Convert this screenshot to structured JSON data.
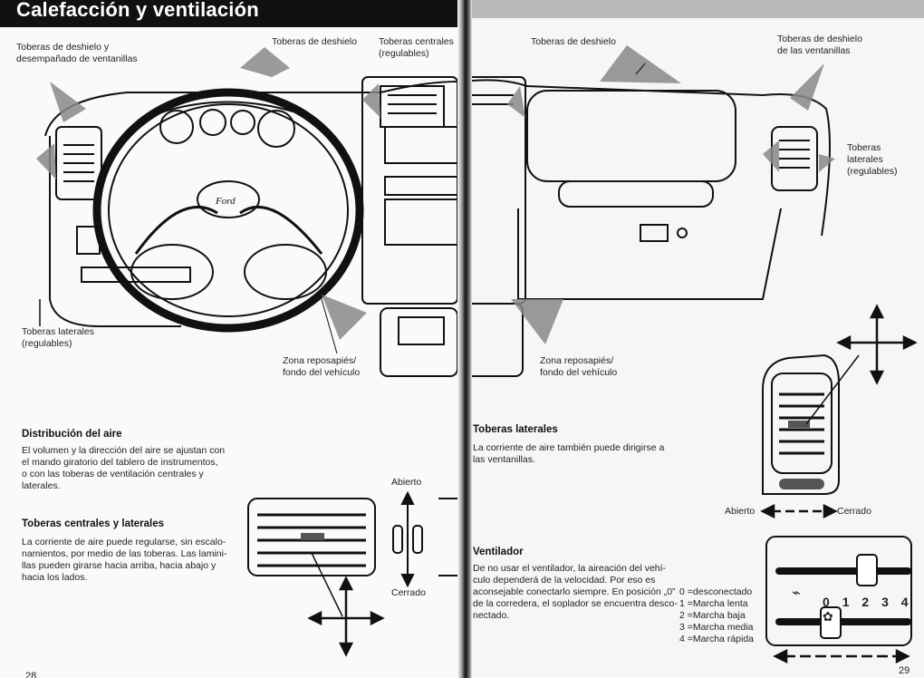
{
  "title": "Calefacción y ventilación",
  "labels": {
    "deshielo_desempanado": "Toberas de deshielo y\ndesempañado de ventanillas",
    "deshielo_top": "Toberas de deshielo",
    "centrales": "Toberas centrales\n(regulables)",
    "deshielo_center_right": "Toberas de deshielo",
    "deshielo_ventanillas": "Toberas de deshielo\nde las ventanillas",
    "laterales_right": "Toberas\nlaterales\n(regulables)",
    "laterales_left": "Toberas laterales\n(regulables)",
    "zona_left": "Zona reposapiés/\nfondo del vehículo",
    "zona_right": "Zona reposapiés/\nfondo del vehículo",
    "abierto_left": "Abierto",
    "cerrado_left": "Cerrado",
    "abierto_right": "Abierto",
    "cerrado_right": "Cerrado",
    "ford_logo": "Ford"
  },
  "sections": {
    "distribucion": {
      "heading": "Distribución del aire",
      "text": "El volumen y la dirección del aire se ajustan con\nel mando giratorio del tablero de instrumentos,\no con las toberas de ventilación centrales y\nlaterales."
    },
    "centrales_y_laterales": {
      "heading": "Toberas centrales y laterales",
      "text": "La corriente de aire puede regularse, sin escalo-\nnamientos, por medio de las toberas. Las lamini-\nllas pueden girarse hacia arriba, hacia abajo y\nhacia los lados."
    },
    "laterales": {
      "heading": "Toberas laterales",
      "text": "La corriente de aire también puede dirigirse a\nlas ventanillas."
    },
    "ventilador": {
      "heading": "Ventilador",
      "text": "De no usar el ventilador, la aireación del vehí-\nculo dependerá de la velocidad. Por eso es\naconsejable conectarlo siempre. En posición „0”\nde la corredera, el soplador se encuentra desco-\nnectado."
    }
  },
  "fan_speeds": [
    "0 =desconectado",
    "1 =Marcha lenta",
    "2 =Marcha baja",
    "3 =Marcha media",
    "4 =Marcha rápida"
  ],
  "slider_scale": [
    "0",
    "1",
    "2",
    "3",
    "4"
  ],
  "page_numbers": {
    "left": "28",
    "right": "29"
  }
}
